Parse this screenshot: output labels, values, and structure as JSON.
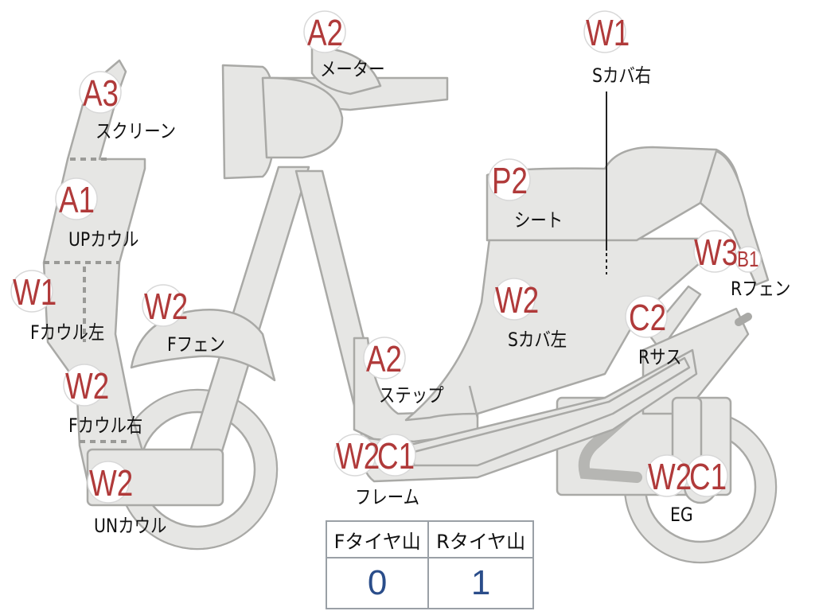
{
  "parts": [
    {
      "id": "a3-screen",
      "grade": "A3",
      "name": "スクリーン"
    },
    {
      "id": "a1-upcowl",
      "grade": "A1",
      "name": "UPカウル"
    },
    {
      "id": "w1-fcowl-l",
      "grade": "W1",
      "name": "Fカウル左"
    },
    {
      "id": "w2-fcowl-r",
      "grade": "W2",
      "name": "Fカウル右"
    },
    {
      "id": "w2-uncowl",
      "grade": "W2",
      "name": "UNカウル"
    },
    {
      "id": "w2-ffender",
      "grade": "W2",
      "name": "Fフェン"
    },
    {
      "id": "a2-meter",
      "grade": "A2",
      "name": "メーター"
    },
    {
      "id": "a2-step",
      "grade": "A2",
      "name": "ステップ"
    },
    {
      "id": "w2c1-frame",
      "grade": "W2",
      "grade2": "C1",
      "name": "フレーム"
    },
    {
      "id": "p2-seat",
      "grade": "P2",
      "name": "シート"
    },
    {
      "id": "w2-scover-l",
      "grade": "W2",
      "name": "Sカバ左"
    },
    {
      "id": "w1-scover-r",
      "grade": "W1",
      "name": "Sカバ右"
    },
    {
      "id": "w3b1-rfender",
      "grade": "W3",
      "grade2": "B1",
      "name": "Rフェン"
    },
    {
      "id": "c2-rsus",
      "grade": "C2",
      "name": "Rサス"
    },
    {
      "id": "w2c1-eg",
      "grade": "W2",
      "grade2": "C1",
      "name": "EG"
    }
  ],
  "tire_table": {
    "headers": [
      "Fタイヤ山",
      "Rタイヤ山"
    ],
    "values": [
      "0",
      "1"
    ]
  },
  "colors": {
    "part_fill": "#e6e6e4",
    "part_outline": "#a9a9a6",
    "grade_text": "#b03a3a",
    "table_value": "#2a4d8a"
  }
}
